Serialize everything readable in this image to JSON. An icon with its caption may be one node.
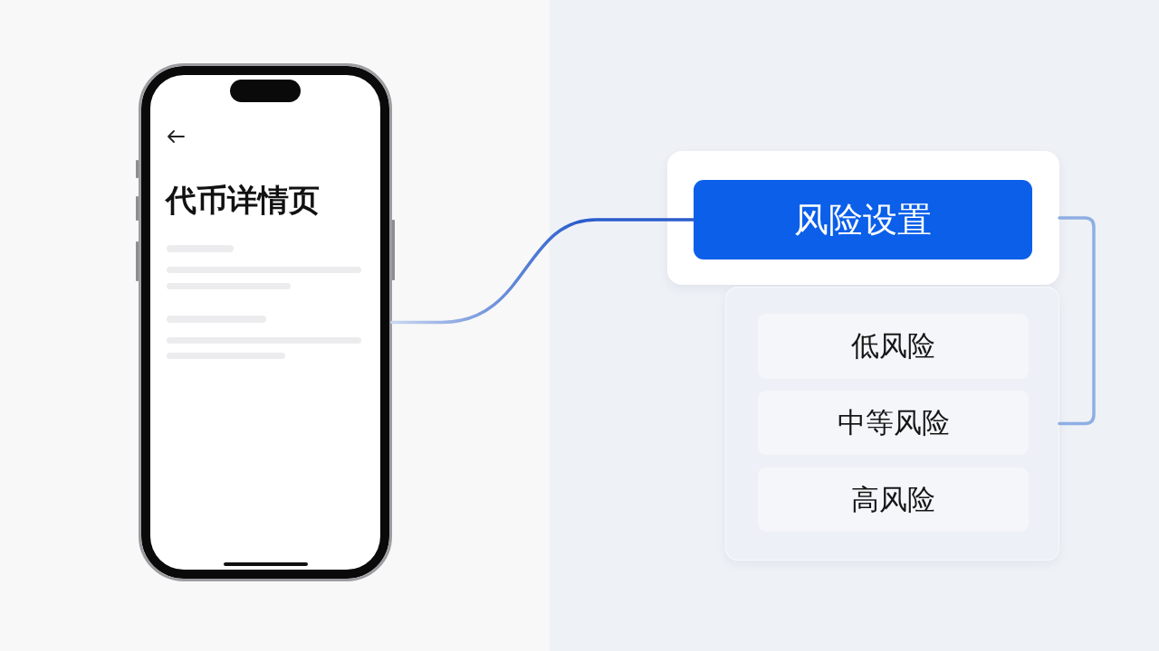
{
  "diagram": {
    "nodes": [
      {
        "text": [
          "代币详情页"
        ]
      },
      {
        "text": [],
        "shape": "box"
      },
      {
        "text": [
          "风险设置"
        ],
        "in": 1
      },
      {
        "text": [],
        "shape": "box"
      },
      {
        "text": [
          "低风险"
        ],
        "in": 3
      },
      {
        "text": [
          "中等风险"
        ],
        "in": 3
      },
      {
        "text": [
          "高风险"
        ],
        "in": 3
      }
    ],
    "edges": [
      {
        "from": 0,
        "to": 2,
        "arrow": "none"
      },
      {
        "from": 1,
        "to": 3,
        "arrow": "none",
        "color": "#8eaee3"
      }
    ]
  }
}
